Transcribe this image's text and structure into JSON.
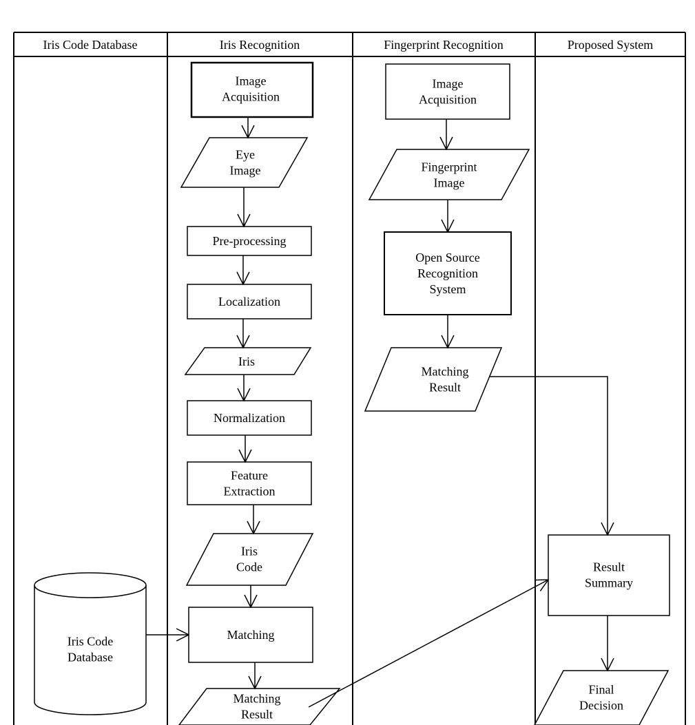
{
  "lanes": [
    {
      "id": "db",
      "title": "Iris Code Database"
    },
    {
      "id": "iris",
      "title": "Iris Recognition"
    },
    {
      "id": "finger",
      "title": "Fingerprint Recognition"
    },
    {
      "id": "system",
      "title": "Proposed System"
    }
  ],
  "nodes": {
    "iris_acq": [
      "Image",
      "Acquisition"
    ],
    "eye_img": [
      "Eye",
      "Image"
    ],
    "preproc": [
      "Pre-processing"
    ],
    "localization": [
      "Localization"
    ],
    "iris": [
      "Iris"
    ],
    "normalization": [
      "Normalization"
    ],
    "feature": [
      "Feature",
      "Extraction"
    ],
    "iris_code": [
      "Iris",
      "Code"
    ],
    "matching": [
      "Matching"
    ],
    "iris_result": [
      "Matching",
      "Result"
    ],
    "db_cyl": [
      "Iris Code",
      "Database"
    ],
    "fp_acq": [
      "Image",
      "Acquisition"
    ],
    "fp_img": [
      "Fingerprint",
      "Image"
    ],
    "oss": [
      "Open Source",
      "Recognition",
      "System"
    ],
    "fp_result": [
      "Matching",
      "Result"
    ],
    "summary": [
      "Result",
      "Summary"
    ],
    "final": [
      "Final",
      "Decision"
    ]
  },
  "colors": {
    "stroke": "#000000",
    "fill": "#ffffff"
  }
}
